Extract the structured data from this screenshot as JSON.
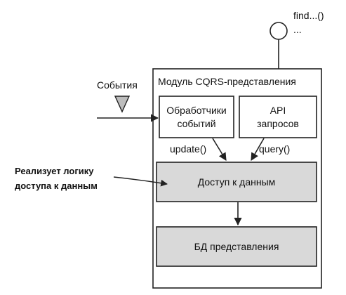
{
  "module": {
    "title": "Модуль CQRS-представления"
  },
  "events": {
    "label": "События"
  },
  "endpoint": {
    "method": "find...()",
    "ellipsis": "..."
  },
  "handlers": {
    "line1": "Обработчики",
    "line2": "событий"
  },
  "api": {
    "line1": "API",
    "line2": "запросов"
  },
  "arrows": {
    "update": "update()",
    "query": "query()"
  },
  "data_access": {
    "label": "Доступ к данным"
  },
  "database": {
    "label": "БД представления"
  },
  "annotation": {
    "line1": "Реализует логику",
    "line2": "доступа к данным"
  },
  "colors": {
    "shaded_box": "#d9d9d9",
    "event_triangle": "#bdbdbd",
    "stroke": "#222222"
  }
}
